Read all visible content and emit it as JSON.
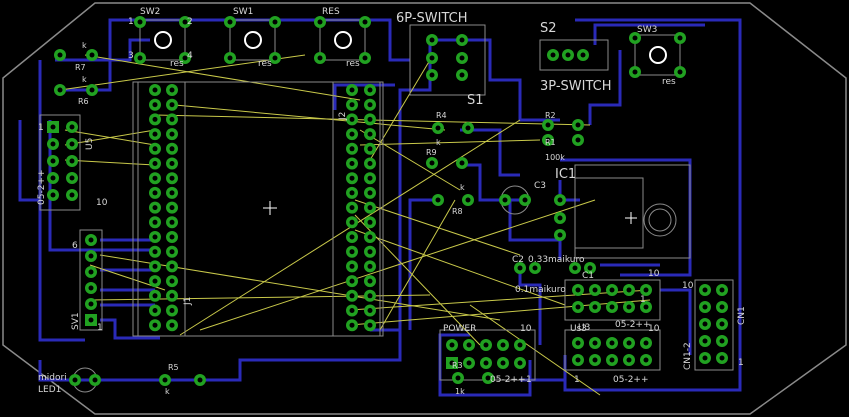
{
  "labels": {
    "sw2": "SW2",
    "sw1": "SW1",
    "res_top": "RES",
    "p6switch": "6P-SWITCH",
    "s2": "S2",
    "p3switch": "3P-SWITCH",
    "sw3": "SW3",
    "s1": "S1",
    "r7": "R7",
    "r6": "R6",
    "k1": "k",
    "k2": "k",
    "u5": "U5",
    "u5b": "05-2++",
    "ten_a": "10",
    "one_a": "1",
    "j2": "J2",
    "j1": "J1",
    "sv1": "SV1",
    "six": "6",
    "one_b": "1",
    "r4": "R4",
    "r4k": "k",
    "r9": "R9",
    "r9k": "k",
    "r8": "R8",
    "r2": "R2",
    "r1": "R1",
    "r100k": "100k",
    "c3": "C3",
    "ic1": "IC1",
    "c2": "C2",
    "c233": "0.33maikuro",
    "c1": "C1",
    "c01": "0.1maikuro",
    "ten_b": "10",
    "u3": "U3",
    "u3b": "05-2++",
    "one_c": "1",
    "power": "POWER",
    "ten_c": "10",
    "r3": "R3",
    "r3k": "1k",
    "pw": "05-2++",
    "one_d": "1",
    "u1": "Us3",
    "ten_d": "10",
    "u1b": "05-2++",
    "one_e": "1",
    "cn1": "CN1",
    "cn1b": "CN1-2",
    "ten_e": "10",
    "one_f": "1",
    "midori": "midori",
    "led1": "LED1",
    "r5": "R5",
    "r5k": "k",
    "res1": "res",
    "res2": "res",
    "res3": "res",
    "res4": "res",
    "p1": "1",
    "p2": "2",
    "p3": "3",
    "p4": "4"
  },
  "colors": {
    "board_outline": "#8a8a8a",
    "trace": "#2a2ab8",
    "pad": "#21a121",
    "airwire": "#c9c94a",
    "silk": "#d8d8d8"
  }
}
